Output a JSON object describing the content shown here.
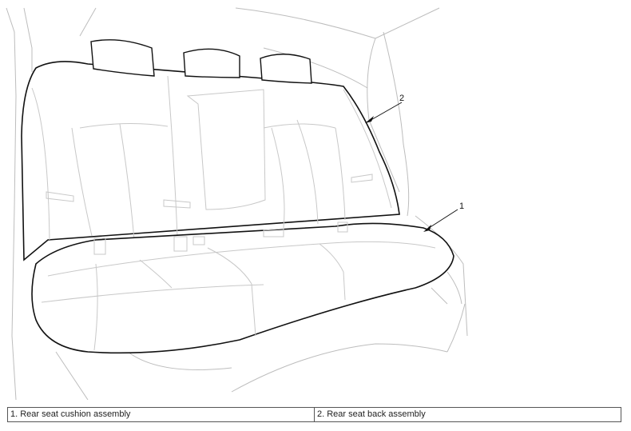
{
  "figure": {
    "callouts": [
      {
        "num": "1",
        "target": "rear-seat-cushion"
      },
      {
        "num": "2",
        "target": "rear-seat-back"
      }
    ]
  },
  "legend": [
    {
      "num": "1",
      "text": "1. Rear seat cushion assembly"
    },
    {
      "num": "2",
      "text": "2. Rear seat back assembly"
    }
  ]
}
